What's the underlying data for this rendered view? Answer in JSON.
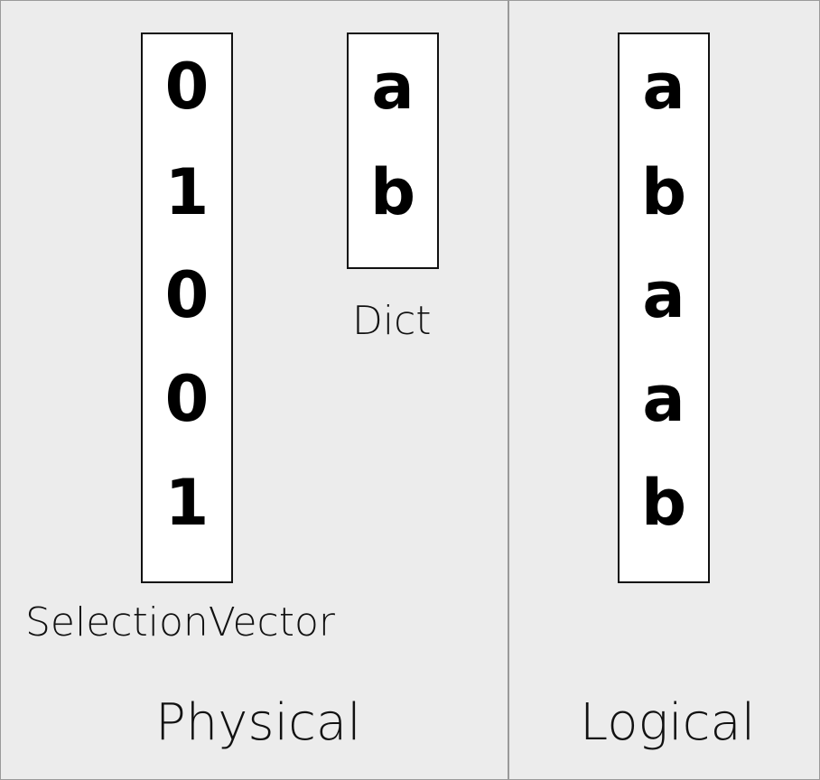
{
  "physical": {
    "title": "Physical",
    "selection_vector": {
      "label": "SelectionVector",
      "values": [
        "0",
        "1",
        "0",
        "0",
        "1"
      ]
    },
    "dict": {
      "label": "Dict",
      "values": [
        "a",
        "b"
      ]
    }
  },
  "logical": {
    "title": "Logical",
    "values": [
      "a",
      "b",
      "a",
      "a",
      "b"
    ]
  },
  "colors": {
    "background": "#ececec",
    "border": "#9a9a9a",
    "box_fill": "#ffffff",
    "text": "#000000"
  }
}
